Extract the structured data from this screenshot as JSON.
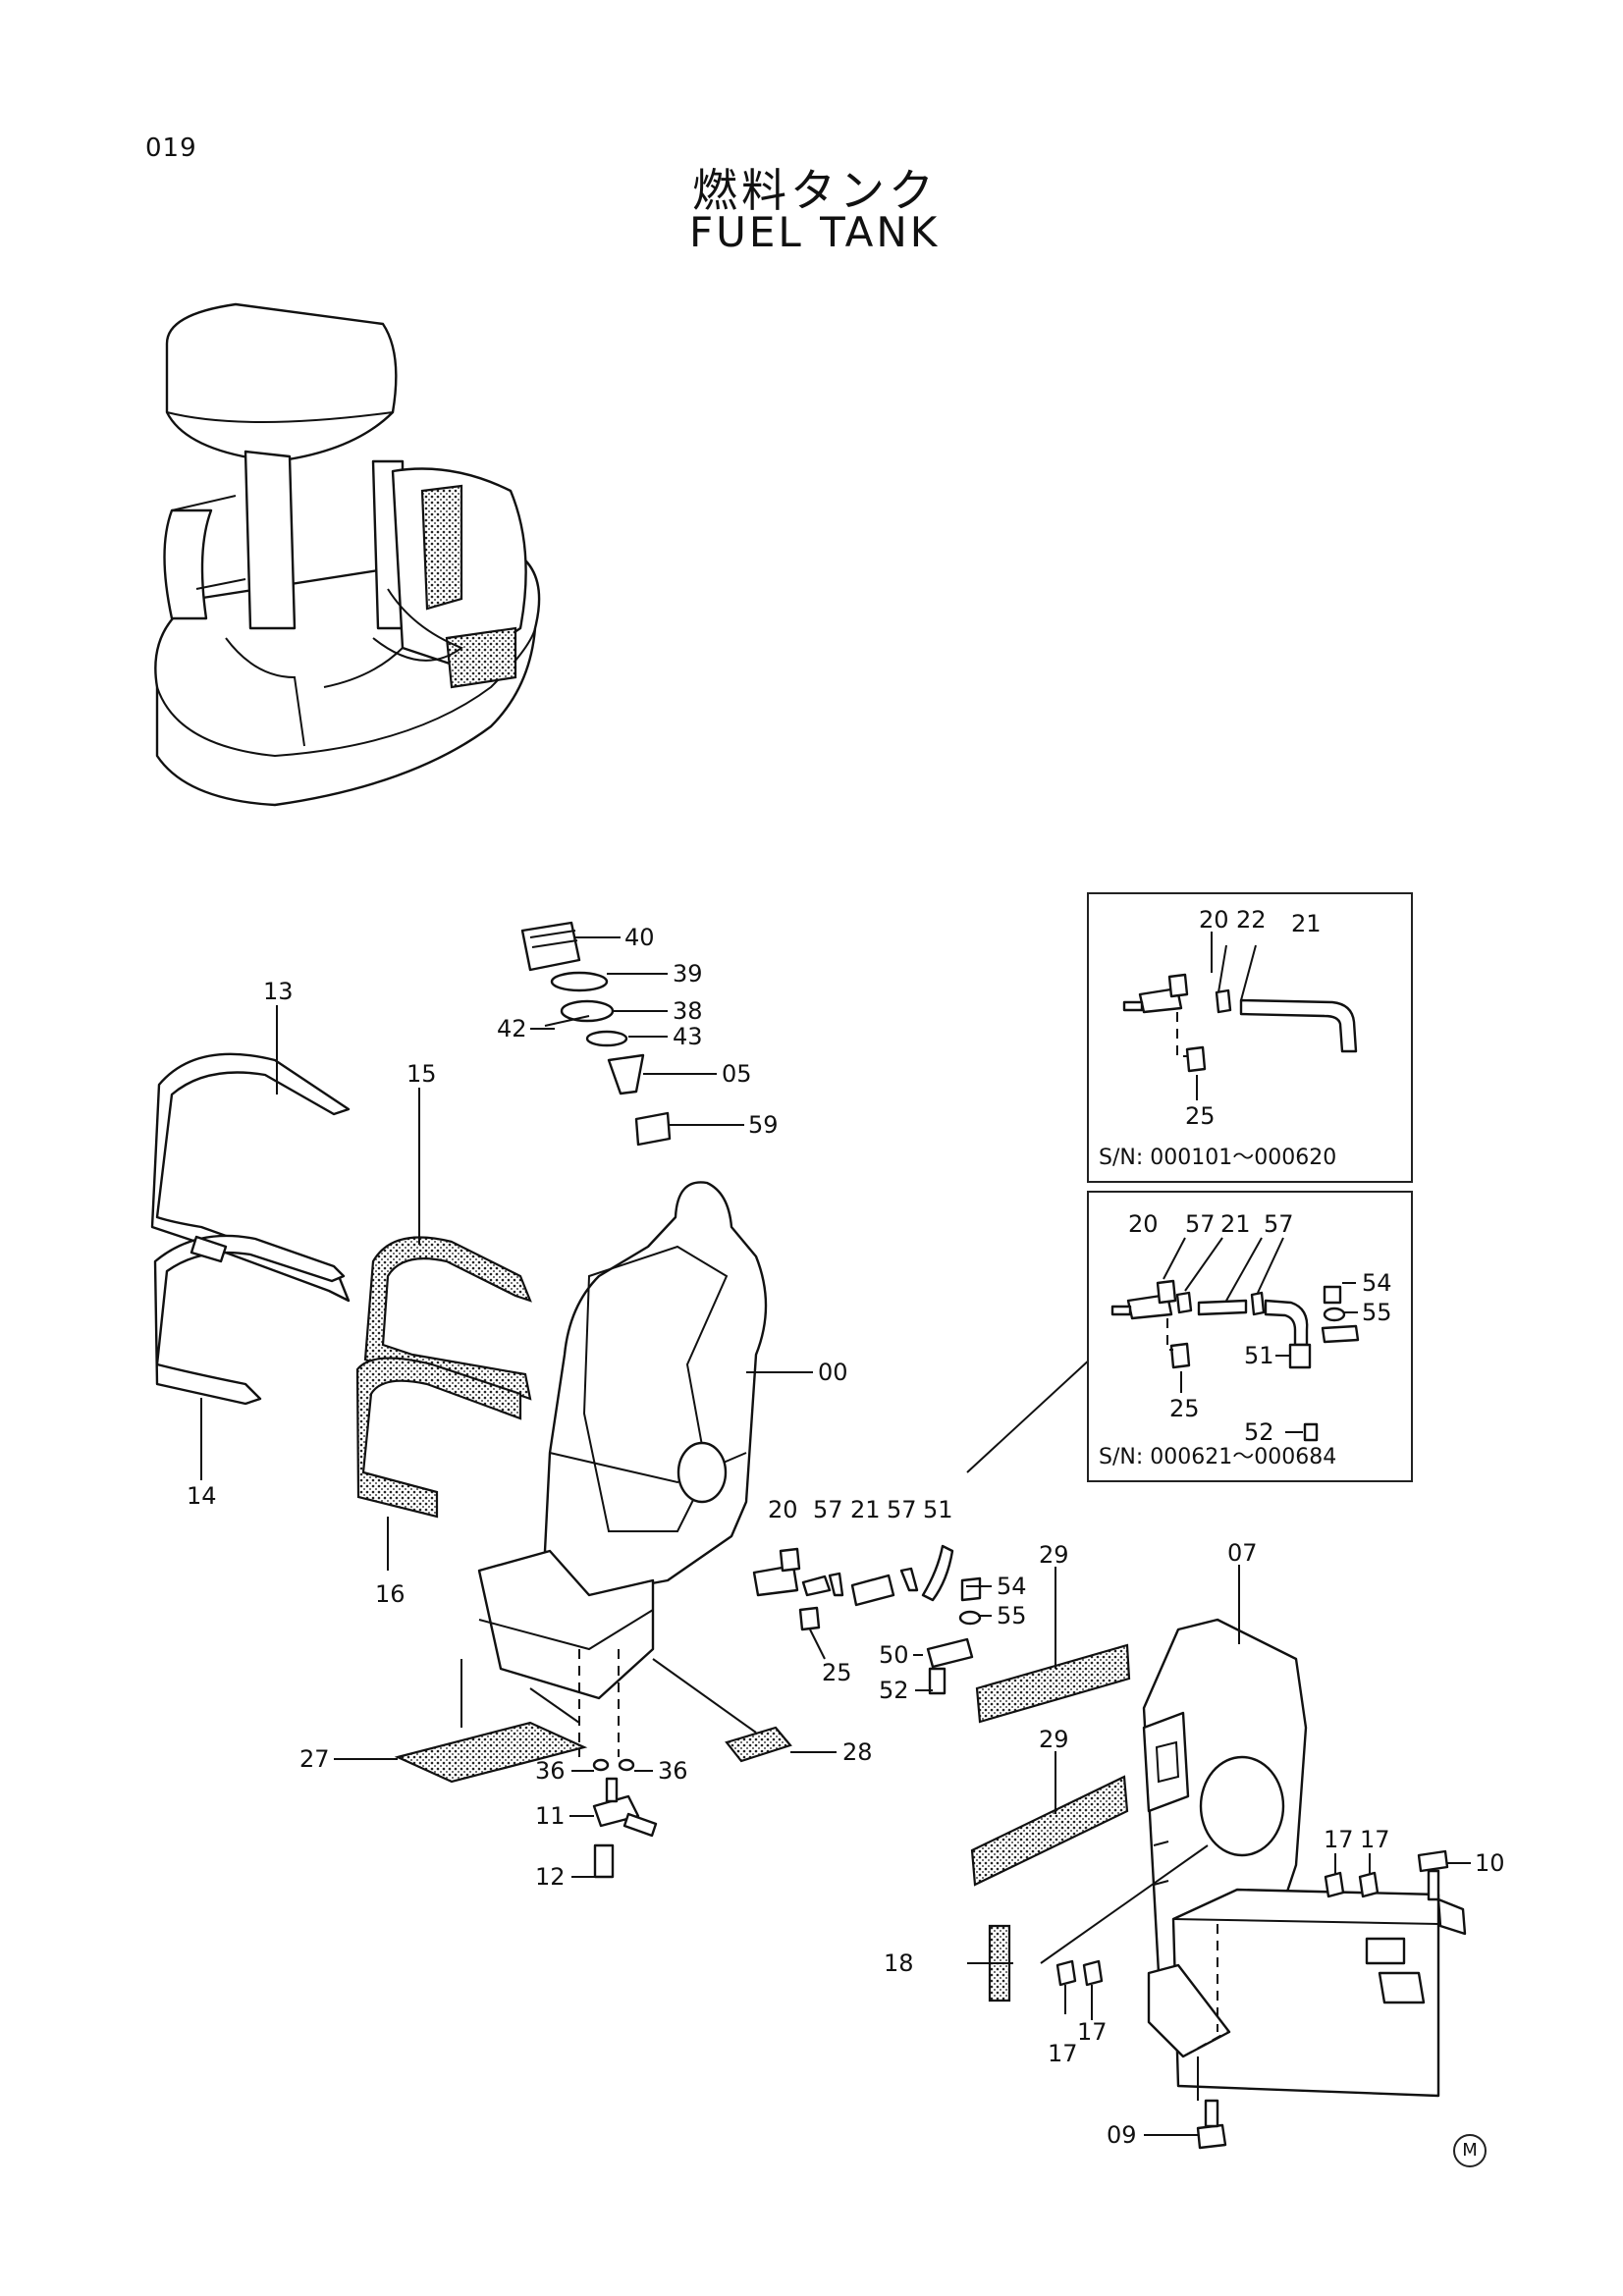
{
  "page": {
    "number": "019"
  },
  "title": {
    "japanese": "燃料タンク",
    "english": "FUEL TANK"
  },
  "callouts": {
    "c00": "00",
    "c05": "05",
    "c07": "07",
    "c09": "09",
    "c10": "10",
    "c11": "11",
    "c12": "12",
    "c13": "13",
    "c14": "14",
    "c15": "15",
    "c16": "16",
    "c17a": "17",
    "c17b": "17",
    "c17c": "17",
    "c17d": "17",
    "c18": "18",
    "c20": "20",
    "c21": "21",
    "c25": "25",
    "c27": "27",
    "c28": "28",
    "c29a": "29",
    "c29b": "29",
    "c36a": "36",
    "c36b": "36",
    "c38": "38",
    "c39": "39",
    "c40": "40",
    "c42": "42",
    "c43": "43",
    "c50": "50",
    "c51": "51",
    "c52": "52",
    "c54": "54",
    "c55": "55",
    "c57a": "57",
    "c57b": "57",
    "c59": "59"
  },
  "inset_a": {
    "serial": "S/N:  000101～000620",
    "callouts": {
      "c20": "20",
      "c22": "22",
      "c21": "21",
      "c25": "25"
    }
  },
  "inset_b": {
    "serial": "S/N:  000621～000684",
    "callouts": {
      "c20": "20",
      "c57a": "57",
      "c21": "21",
      "c57b": "57",
      "c54": "54",
      "c55": "55",
      "c51": "51",
      "c25": "25",
      "c52": "52"
    }
  },
  "corner_mark": "M"
}
